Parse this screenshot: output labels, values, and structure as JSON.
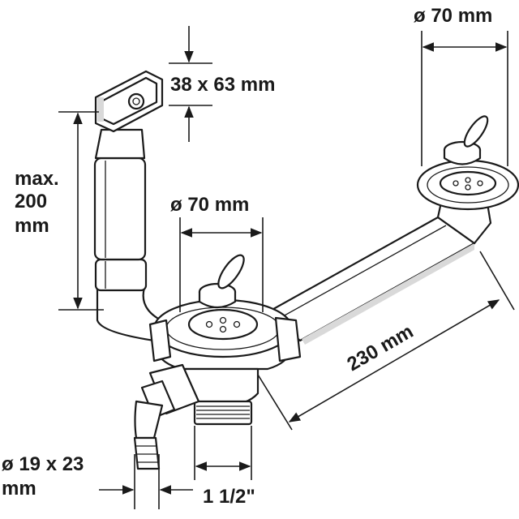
{
  "labels": {
    "dia_right": "ø 70 mm",
    "dia_center": "ø 70 mm",
    "overflow_size": "38 x 63 mm",
    "height_1": "max.",
    "height_2": "200",
    "height_3": "mm",
    "length": "230 mm",
    "hose_1": "ø 19 x 23",
    "hose_2": "mm",
    "thread": "1 1/2\""
  },
  "colors": {
    "ink": "#1a1a1a",
    "shade": "#d9d9d9",
    "background": "#ffffff"
  }
}
